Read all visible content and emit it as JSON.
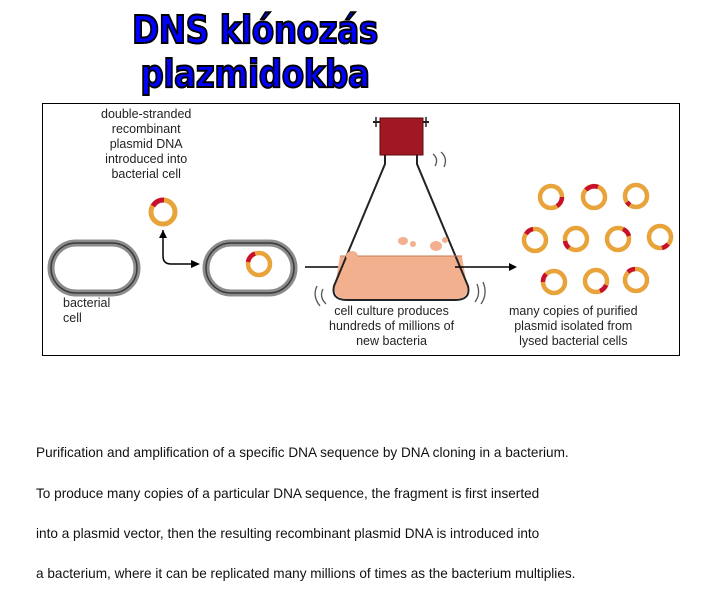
{
  "title": "DNS klónozás plazmidokba",
  "labels": {
    "intro": [
      "double-stranded",
      "recombinant",
      "plasmid DNA",
      "introduced into",
      "bacterial cell"
    ],
    "cell": [
      "bacterial",
      "cell"
    ],
    "culture": [
      "cell culture produces",
      "hundreds of millions of",
      "new bacteria"
    ],
    "copies": [
      "many copies of purified",
      "plasmid isolated from",
      "lysed bacterial cells"
    ]
  },
  "caption": [
    " Purification and amplification of a specific DNA sequence by DNA cloning in a bacterium.",
    "To produce many copies of a particular DNA sequence, the fragment is first inserted",
    "into a plasmid vector, then the resulting recombinant plasmid DNA is introduced into",
    "a bacterium, where it can be replicated many millions of times as the bacterium multiplies."
  ],
  "colors": {
    "title_fill": "#0000ff",
    "plasmid_orange": "#e8a33a",
    "insert_red": "#c8102e",
    "cap_red": "#a01822",
    "medium_peach": "#f2b08f"
  }
}
